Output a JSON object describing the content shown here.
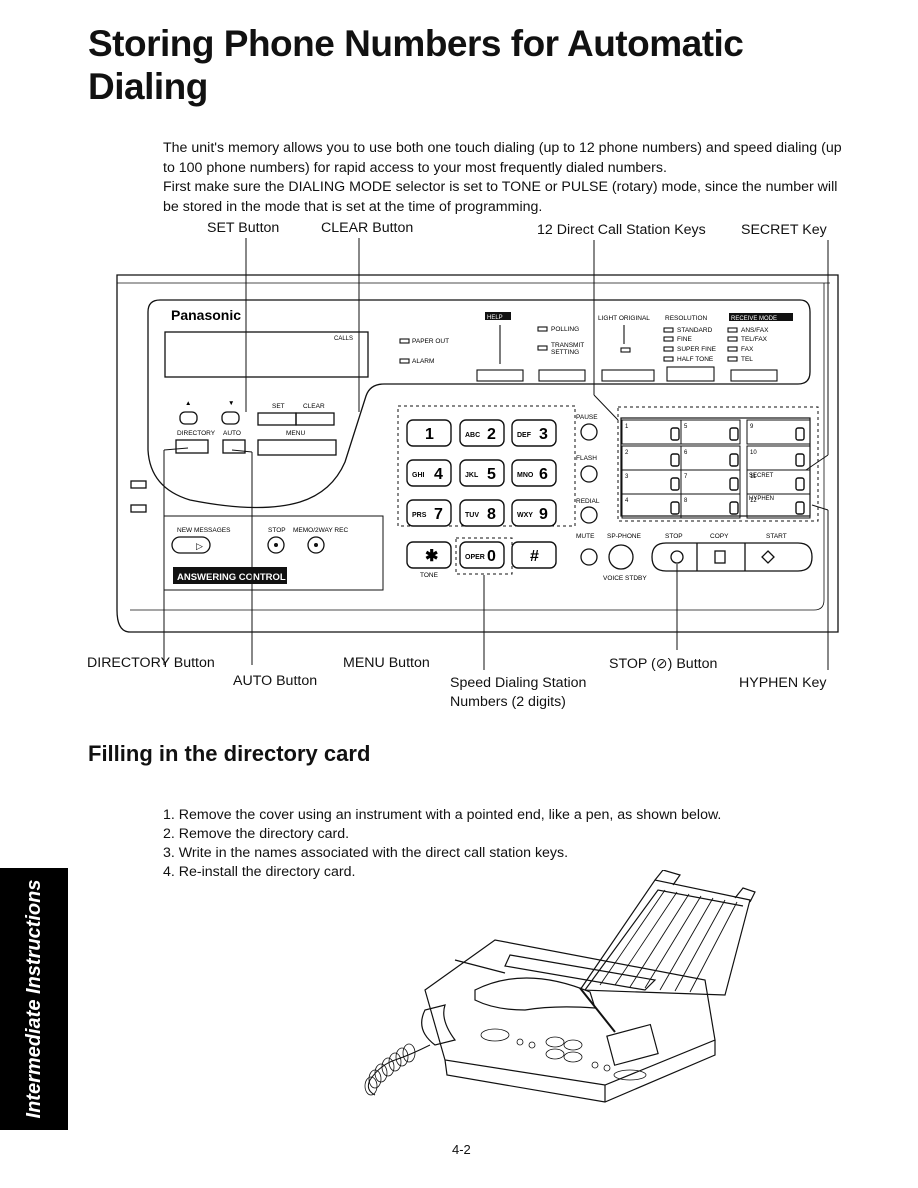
{
  "title": "Storing Phone Numbers for Automatic Dialing",
  "intro": [
    "The unit's memory allows you to use both one touch dialing (up to 12 phone numbers) and speed dialing (up to 100 phone numbers) for rapid access to your most frequently dialed numbers.",
    "First make sure the DIALING MODE selector is set to TONE or PULSE (rotary) mode, since the number will be stored in the mode that is set at the time of programming."
  ],
  "callouts": {
    "set_button": "SET Button",
    "clear_button": "CLEAR Button",
    "direct_call_keys": "12 Direct Call Station Keys",
    "secret_key": "SECRET Key",
    "directory_button": "DIRECTORY Button",
    "auto_button": "AUTO Button",
    "menu_button": "MENU Button",
    "speed_dialing_line1": "Speed Dialing Station",
    "speed_dialing_line2": "Numbers (2 digits)",
    "stop_button": "STOP (⊘) Button",
    "hyphen_key": "HYPHEN Key"
  },
  "panel": {
    "brand": "Panasonic",
    "calls": "CALLS",
    "help": "HELP",
    "paper_out": "PAPER OUT",
    "alarm": "ALARM",
    "polling": "POLLING",
    "transmit": "TRANSMIT",
    "setting": "SETTING",
    "light_original": "LIGHT ORIGINAL",
    "resolution": "RESOLUTION",
    "receive_mode": "RECEIVE MODE",
    "standard": "STANDARD",
    "fine": "FINE",
    "super_fine": "SUPER FINE",
    "half_tone": "HALF TONE",
    "ans_fax": "ANS/FAX",
    "tel_fax": "TEL/FAX",
    "fax": "FAX",
    "tel": "TEL",
    "set": "SET",
    "clear": "CLEAR",
    "directory": "DIRECTORY",
    "auto": "AUTO",
    "menu": "MENU",
    "new_messages": "NEW MESSAGES",
    "stop_small": "STOP",
    "memo_rec": "MEMO/2WAY REC",
    "answering_control": "ANSWERING CONTROL",
    "pause": "PAUSE",
    "flash": "FLASH",
    "redial": "REDIAL",
    "mute": "MUTE",
    "sp_phone": "SP-PHONE",
    "stop": "STOP",
    "copy": "COPY",
    "start": "START",
    "tone": "TONE",
    "voice_stdby": "VOICE STDBY",
    "secret_small": "SECRET",
    "hyphen_small": "HYPHEN",
    "keys": [
      {
        "letters": "",
        "digit": "1"
      },
      {
        "letters": "ABC",
        "digit": "2"
      },
      {
        "letters": "DEF",
        "digit": "3"
      },
      {
        "letters": "GHI",
        "digit": "4"
      },
      {
        "letters": "JKL",
        "digit": "5"
      },
      {
        "letters": "MNO",
        "digit": "6"
      },
      {
        "letters": "PRS",
        "digit": "7"
      },
      {
        "letters": "TUV",
        "digit": "8"
      },
      {
        "letters": "WXY",
        "digit": "9"
      },
      {
        "letters": "",
        "digit": "✱"
      },
      {
        "letters": "OPER",
        "digit": "0"
      },
      {
        "letters": "",
        "digit": "#"
      }
    ],
    "station_numbers": [
      "1",
      "2",
      "3",
      "4",
      "5",
      "6",
      "7",
      "8",
      "9",
      "10",
      "11",
      "12"
    ]
  },
  "section_heading": "Filling in the directory card",
  "steps": [
    "1.  Remove the cover using an instrument with a pointed end, like a pen, as shown below.",
    "2.  Remove the directory card.",
    "3.  Write in the names associated with the direct call station keys.",
    "4.  Re-install the directory card."
  ],
  "side_tab": "Intermediate Instructions",
  "page_number": "4-2"
}
